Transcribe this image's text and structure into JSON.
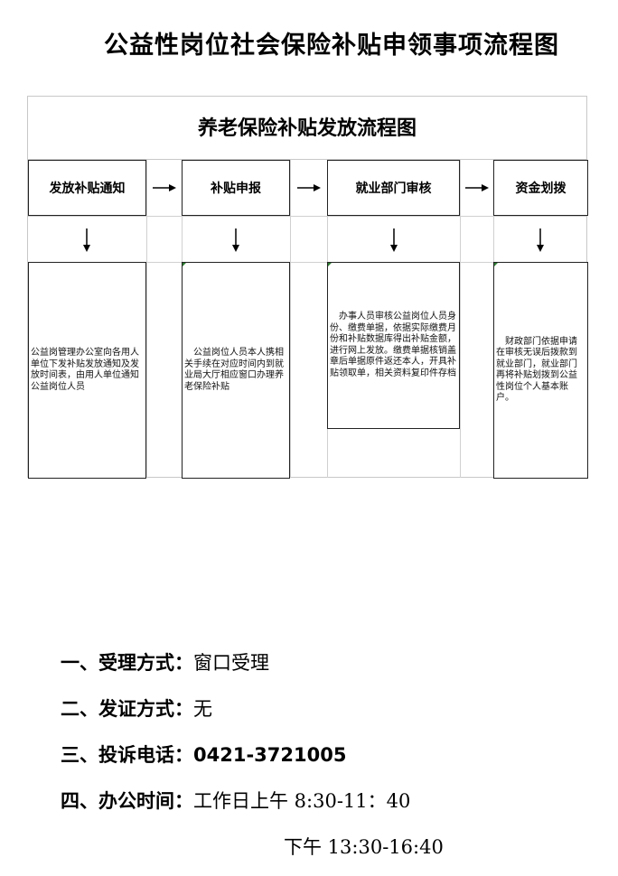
{
  "page_title": "公益性岗位社会保险补贴申领事项流程图",
  "flowchart": {
    "title": "养老保险补贴发放流程图",
    "steps": [
      {
        "label": "发放补贴通知",
        "detail": "公益岗管理办公室向各用人单位下发补贴发放通知及发放时间表，由用人单位通知公益岗位人员"
      },
      {
        "label": "补贴申报",
        "detail": "　公益岗位人员本人携相关手续在对应时间内到就业局大厅相应窗口办理养老保险补贴"
      },
      {
        "label": "就业部门审核",
        "detail": "　办事人员审核公益岗位人员身份、缴费单据，依据实际缴费月份和补贴数据库得出补贴金额，进行网上发放。缴费单据核销盖章后单据原件返还本人，开具补贴领取单，相关资料复印件存档"
      },
      {
        "label": "资金划拨",
        "detail": "　财政部门依据申请在审核无误后拨款到就业部门，就业部门再将补贴划拨到公益性岗位个人基本账户。"
      }
    ]
  },
  "info": {
    "accept_label": "一、受理方式：",
    "accept_value": "窗口受理",
    "cert_label": "二、发证方式：",
    "cert_value": "无",
    "complaint_label": "三、投诉电话：",
    "complaint_value": "0421-3721005",
    "hours_label": "四、办公时间：",
    "hours_morning": "工作日上午 8:30-11：40",
    "hours_afternoon": "下午 13:30-16:40"
  }
}
